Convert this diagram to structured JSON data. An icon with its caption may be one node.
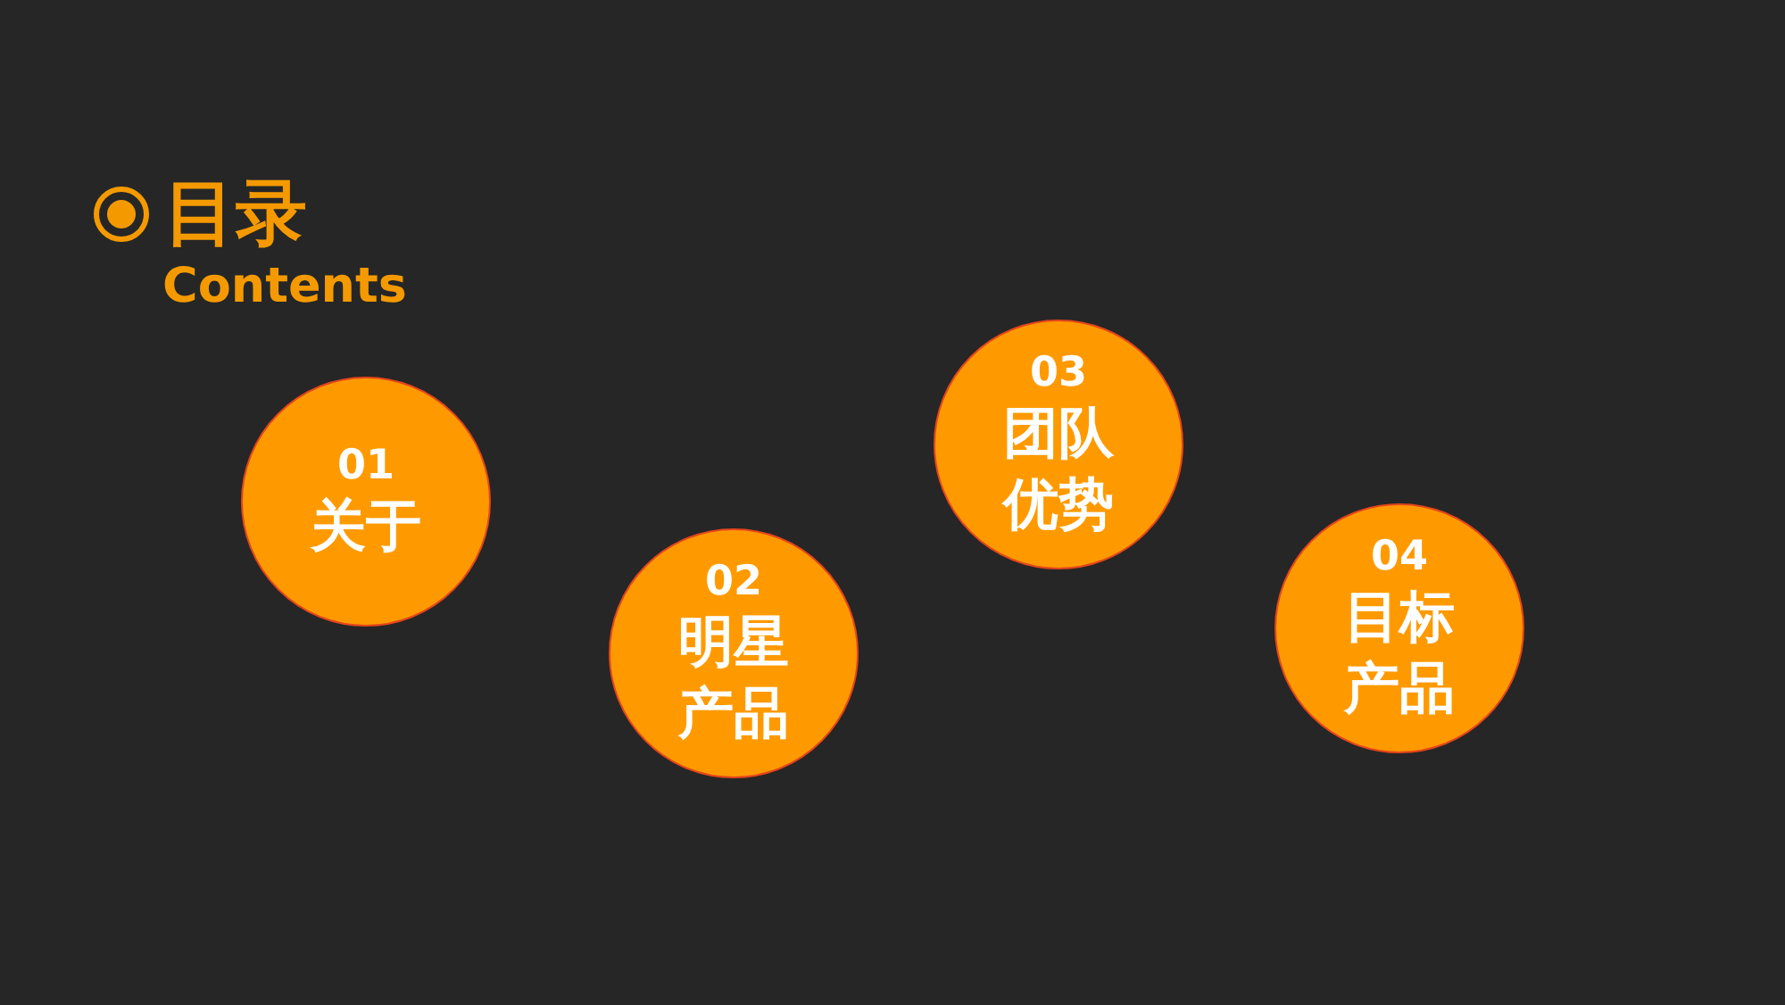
{
  "diagram": {
    "title": "目录",
    "nodes": [
      {
        "text": [
          "01",
          "关于"
        ]
      },
      {
        "text": [
          "02",
          "明星产品"
        ]
      },
      {
        "text": [
          "03",
          "团队优势"
        ]
      },
      {
        "text": [
          "04",
          "目标产品"
        ]
      }
    ],
    "labels": [
      "Contents"
    ]
  }
}
